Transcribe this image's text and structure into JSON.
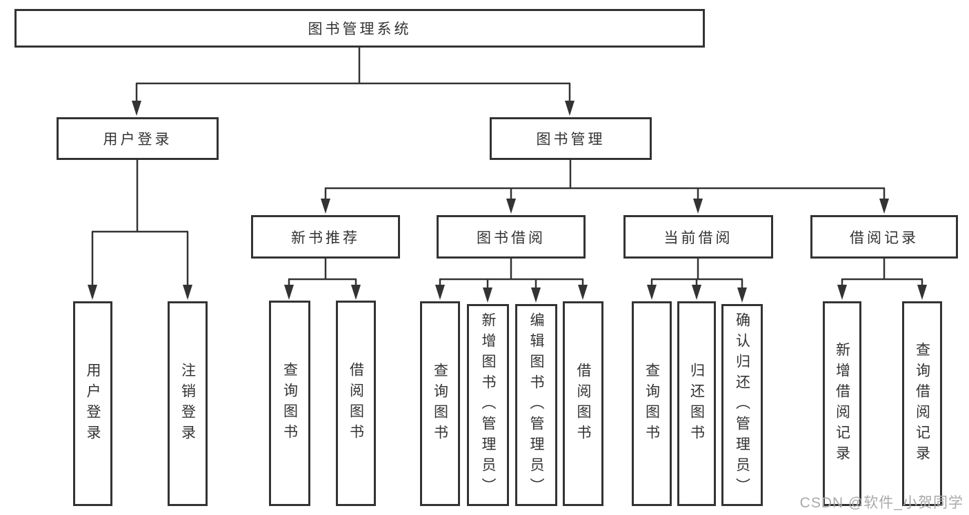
{
  "diagram": {
    "type": "hierarchy-tree",
    "colors": {
      "line": "#333333",
      "box_border": "#333333",
      "text": "#333333",
      "background": "#ffffff",
      "watermark": "#a9a9a9"
    },
    "tree": {
      "label": "图书管理系统",
      "children": [
        {
          "label": "用户登录",
          "children": [
            {
              "label": "用户登录"
            },
            {
              "label": "注销登录"
            }
          ]
        },
        {
          "label": "图书管理",
          "children": [
            {
              "label": "新书推荐",
              "children": [
                {
                  "label": "查询图书"
                },
                {
                  "label": "借阅图书"
                }
              ]
            },
            {
              "label": "图书借阅",
              "children": [
                {
                  "label": "查询图书"
                },
                {
                  "label": "新增图书（管理员）"
                },
                {
                  "label": "编辑图书（管理员）"
                },
                {
                  "label": "借阅图书"
                }
              ]
            },
            {
              "label": "当前借阅",
              "children": [
                {
                  "label": "查询图书"
                },
                {
                  "label": "归还图书"
                },
                {
                  "label": "确认归还（管理员）"
                }
              ]
            },
            {
              "label": "借阅记录",
              "children": [
                {
                  "label": "新增借阅记录"
                },
                {
                  "label": "查询借阅记录"
                }
              ]
            }
          ]
        }
      ]
    }
  },
  "watermark": "CSDN @软件_小贺同学"
}
